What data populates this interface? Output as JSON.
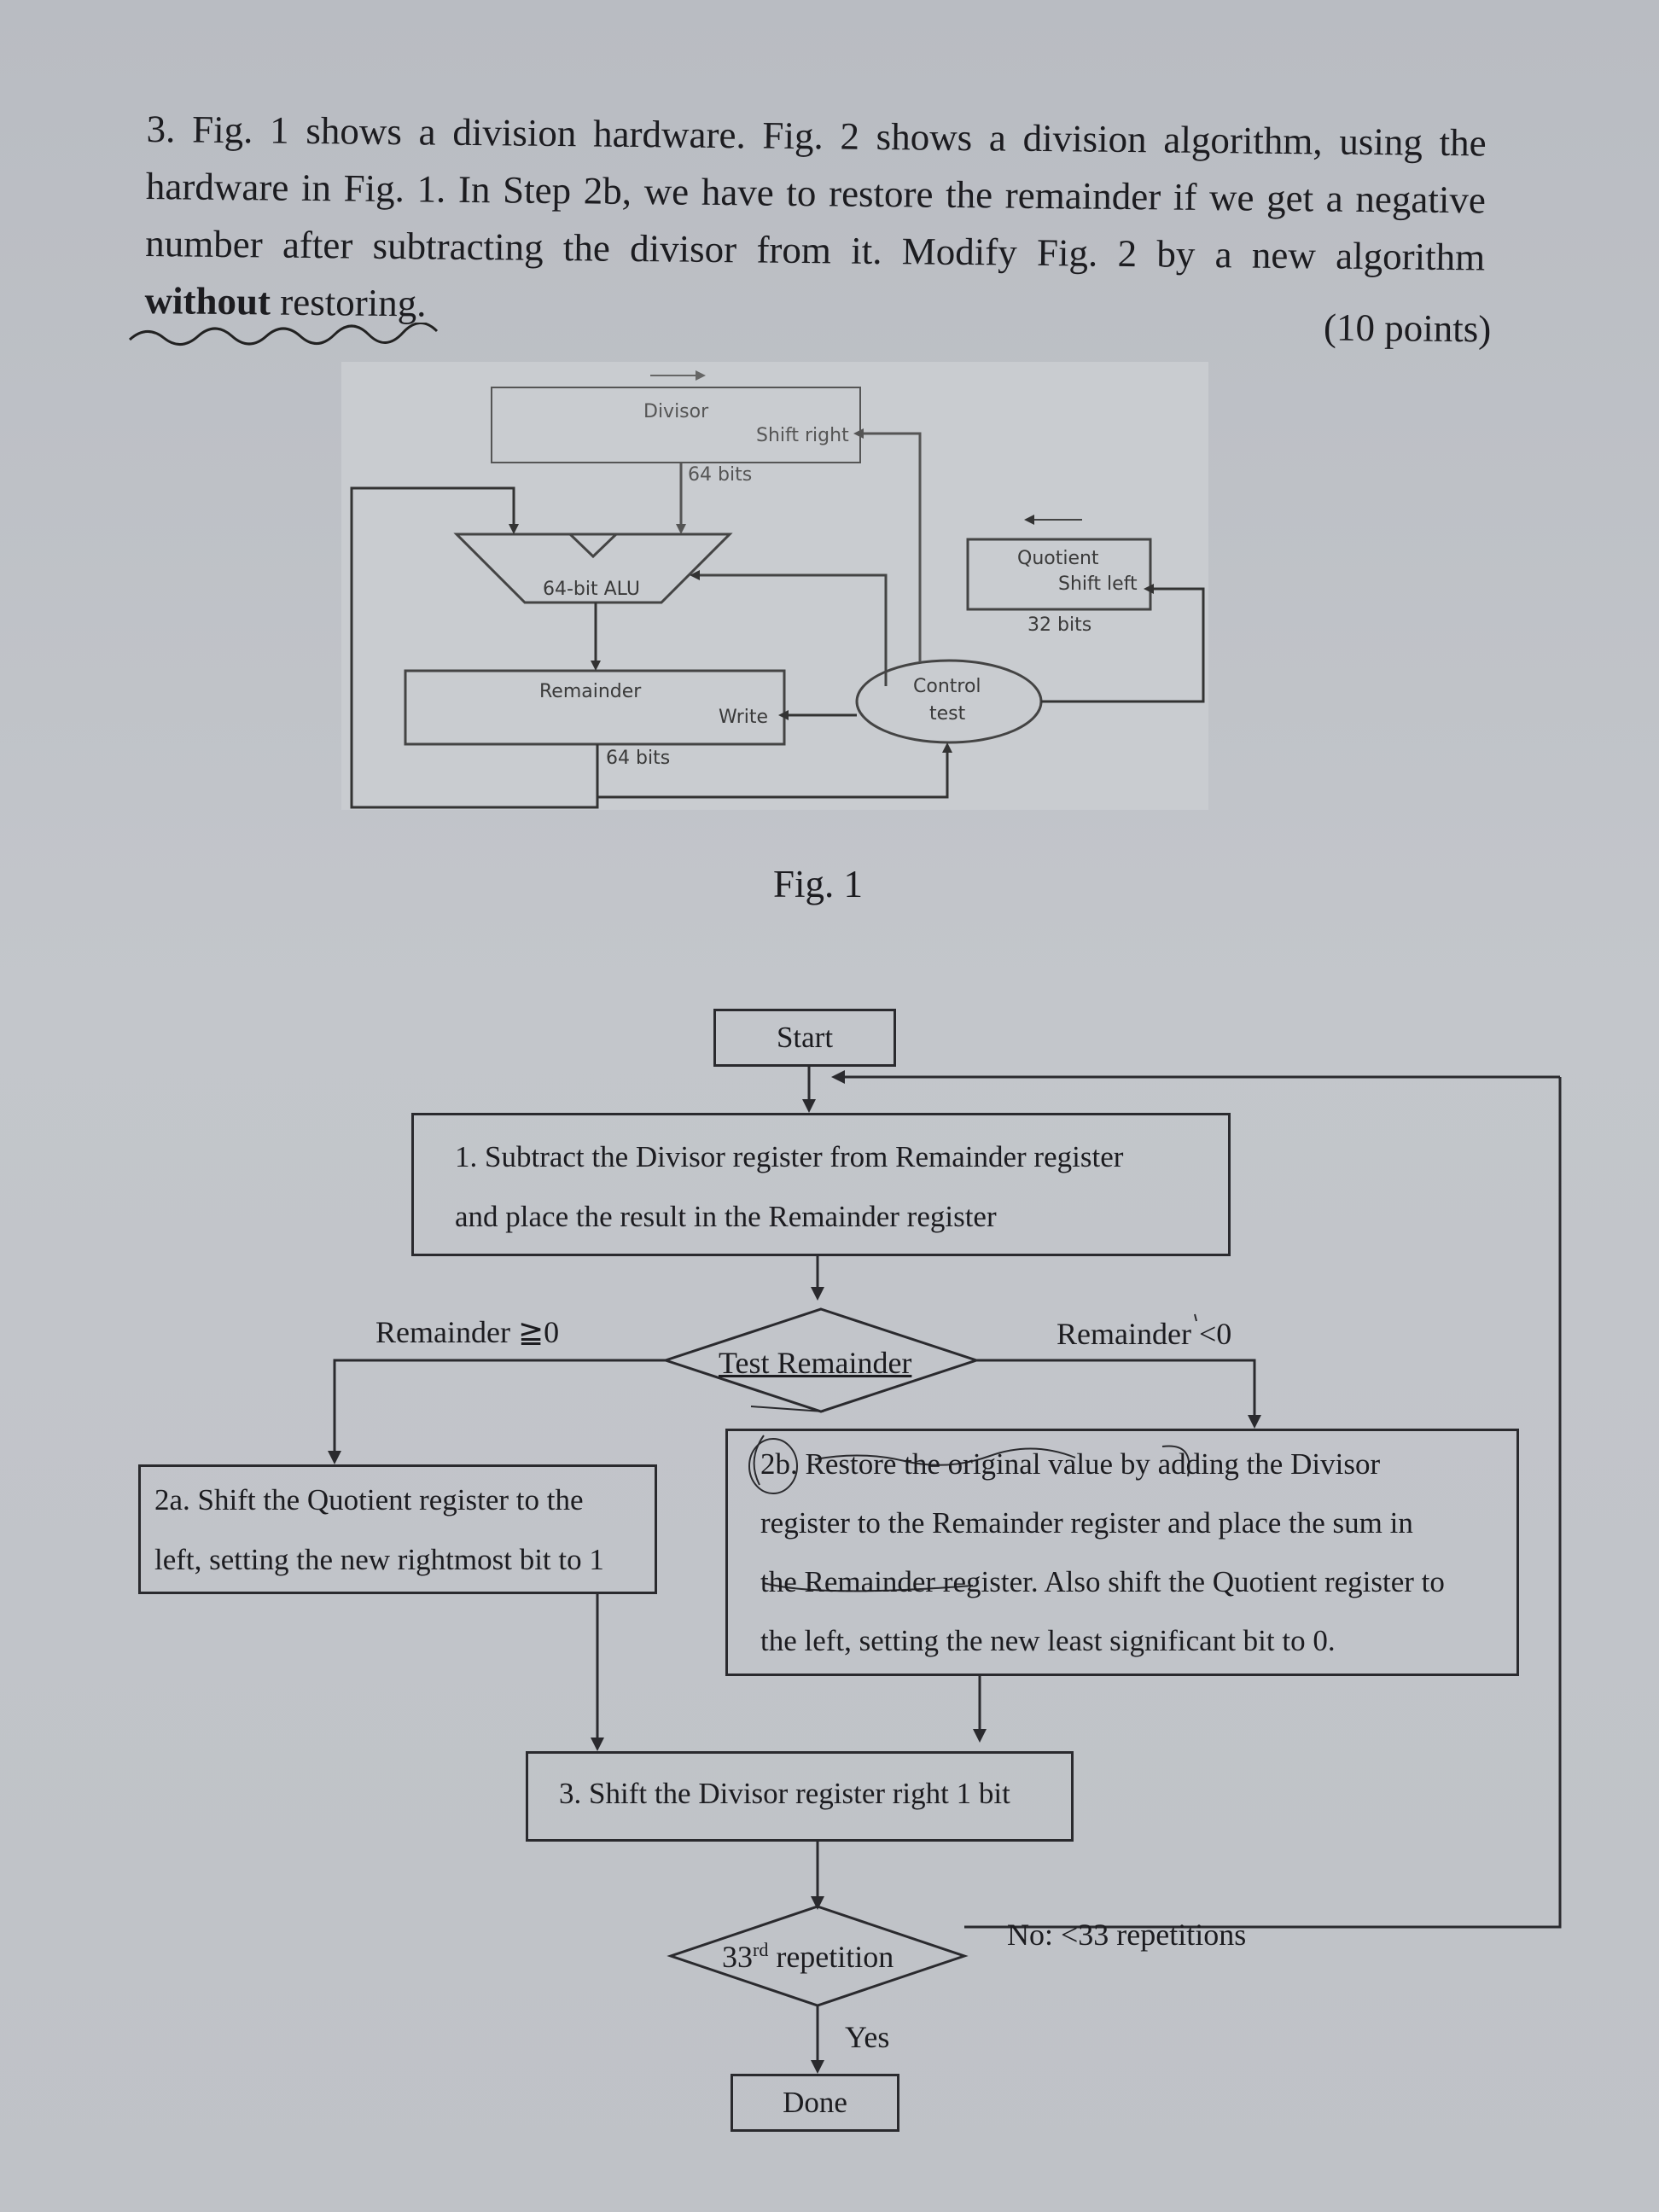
{
  "question": {
    "number": "3.",
    "text_part1": "Fig. 1 shows a division hardware. Fig. 2 shows a division algorithm, using the hardware in Fig. 1. In Step 2b, we have to restore the remainder if we get a negative number after subtracting the divisor from it. Modify Fig. 2 by a new algorithm",
    "bold_word": "without",
    "text_part2": "restoring.",
    "points": "(10 points)"
  },
  "fig1": {
    "divisor": "Divisor",
    "shift_right": "Shift right",
    "divisor_bits": "64 bits",
    "alu": "64-bit ALU",
    "quotient": "Quotient",
    "shift_left": "Shift left",
    "quotient_bits": "32 bits",
    "remainder": "Remainder",
    "write": "Write",
    "remainder_bits": "64 bits",
    "control": "Control",
    "test": "test",
    "caption": "Fig. 1"
  },
  "fig2": {
    "start": "Start",
    "step1_line1": "1. Subtract the Divisor register from Remainder register",
    "step1_line2": "and place the result in the Remainder register",
    "test_remainder": "Test Remainder",
    "label_ge": "Remainder ≧0",
    "label_lt": "Remainder <0",
    "step2a_line1": "2a. Shift the Quotient register to the",
    "step2a_line2": "left, setting the new rightmost bit to 1",
    "step2b_line1": "2b. Restore the original value by adding the Divisor",
    "step2b_line2": "register to the Remainder register and place the sum in",
    "step2b_line3": "the Remainder register. Also shift the Quotient register to",
    "step2b_line4": "the left, setting the new least significant bit to 0.",
    "step3": "3. Shift the Divisor register right 1 bit",
    "repetition_num": "33",
    "repetition_sup": "rd",
    "repetition_text": "repetition",
    "no_label": "No: <33 repetitions",
    "yes_label": "Yes",
    "done": "Done"
  }
}
